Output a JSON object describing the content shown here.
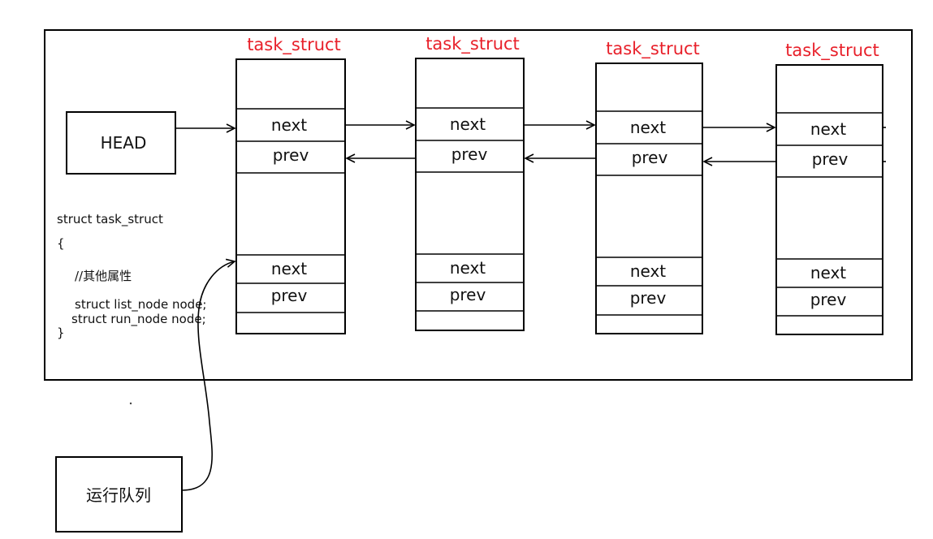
{
  "nodes": [
    {
      "title": "task_struct",
      "field1": "next",
      "field2": "prev",
      "field3": "next",
      "field4": "prev"
    },
    {
      "title": "task_struct",
      "field1": "next",
      "field2": "prev",
      "field3": "next",
      "field4": "prev"
    },
    {
      "title": "task_struct",
      "field1": "next",
      "field2": "prev",
      "field3": "next",
      "field4": "prev"
    },
    {
      "title": "task_struct",
      "field1": "next",
      "field2": "prev",
      "field3": "next",
      "field4": "prev"
    }
  ],
  "head": {
    "label": "HEAD"
  },
  "code": {
    "line1": "struct task_struct",
    "line2": "{",
    "line3": "//其他属性",
    "line4": "struct list_node node;",
    "line5": "struct run_node node;",
    "line6": "}"
  },
  "runqueue": {
    "label": "运行队列"
  },
  "colors": {
    "title": "#e8202a",
    "secondary_fields": "#e8202a",
    "stroke": "#000000"
  }
}
